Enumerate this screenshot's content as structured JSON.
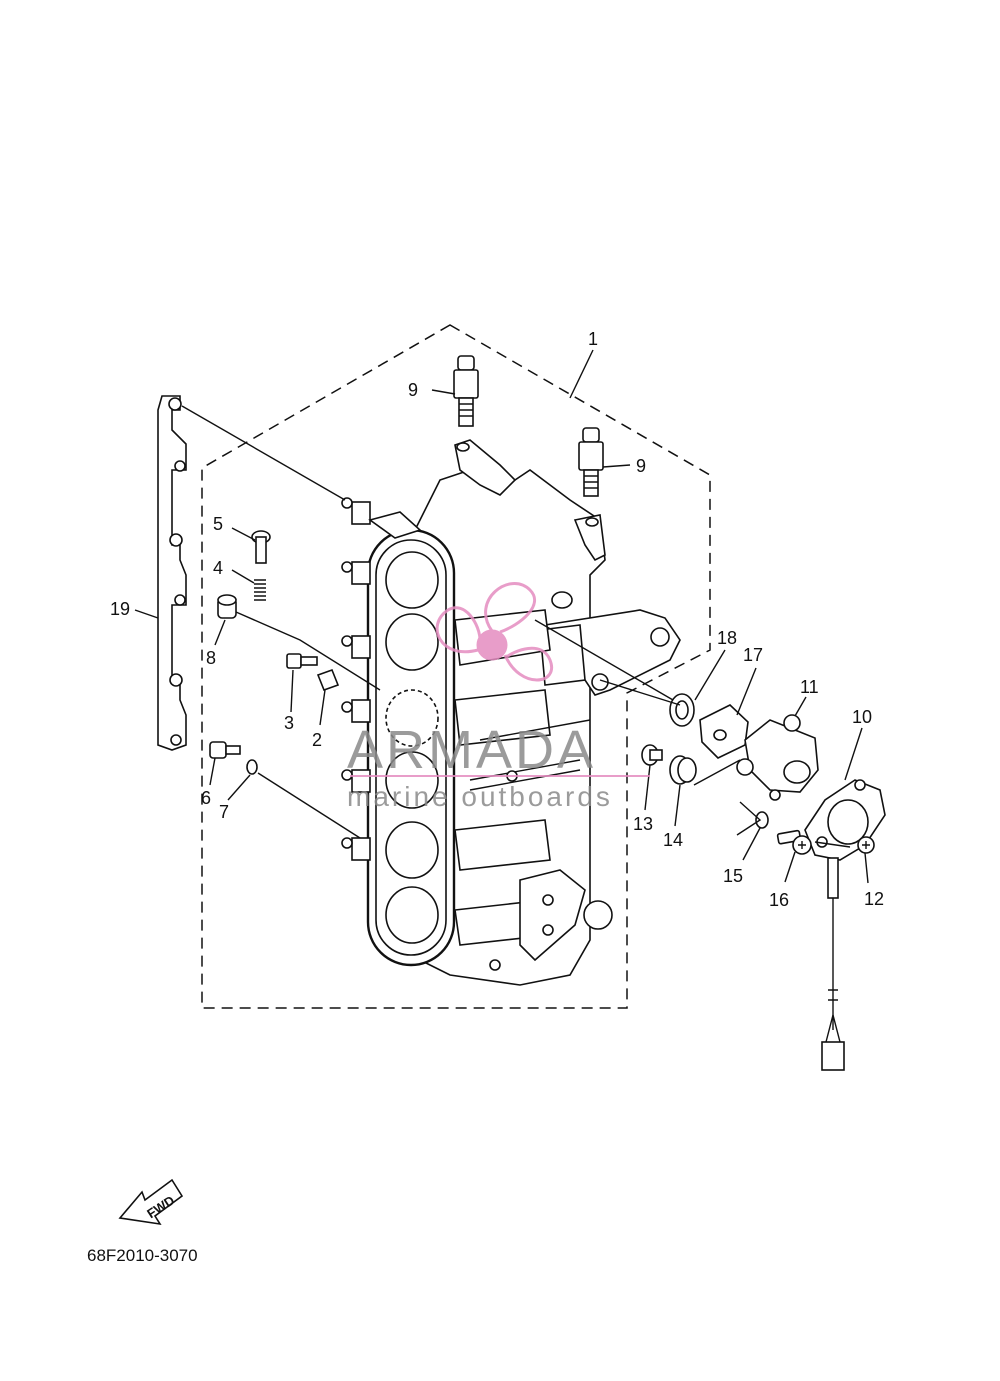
{
  "diagram": {
    "part_code": "68F2010-3070",
    "fwd_label": "FWD",
    "callouts": [
      "1",
      "2",
      "3",
      "4",
      "5",
      "6",
      "7",
      "8",
      "9",
      "9",
      "10",
      "11",
      "12",
      "13",
      "14",
      "15",
      "16",
      "17",
      "18",
      "19"
    ]
  },
  "watermark": {
    "brand": "ARMADA",
    "tagline": "marine outboards",
    "accent_color": "#e58cc0"
  }
}
